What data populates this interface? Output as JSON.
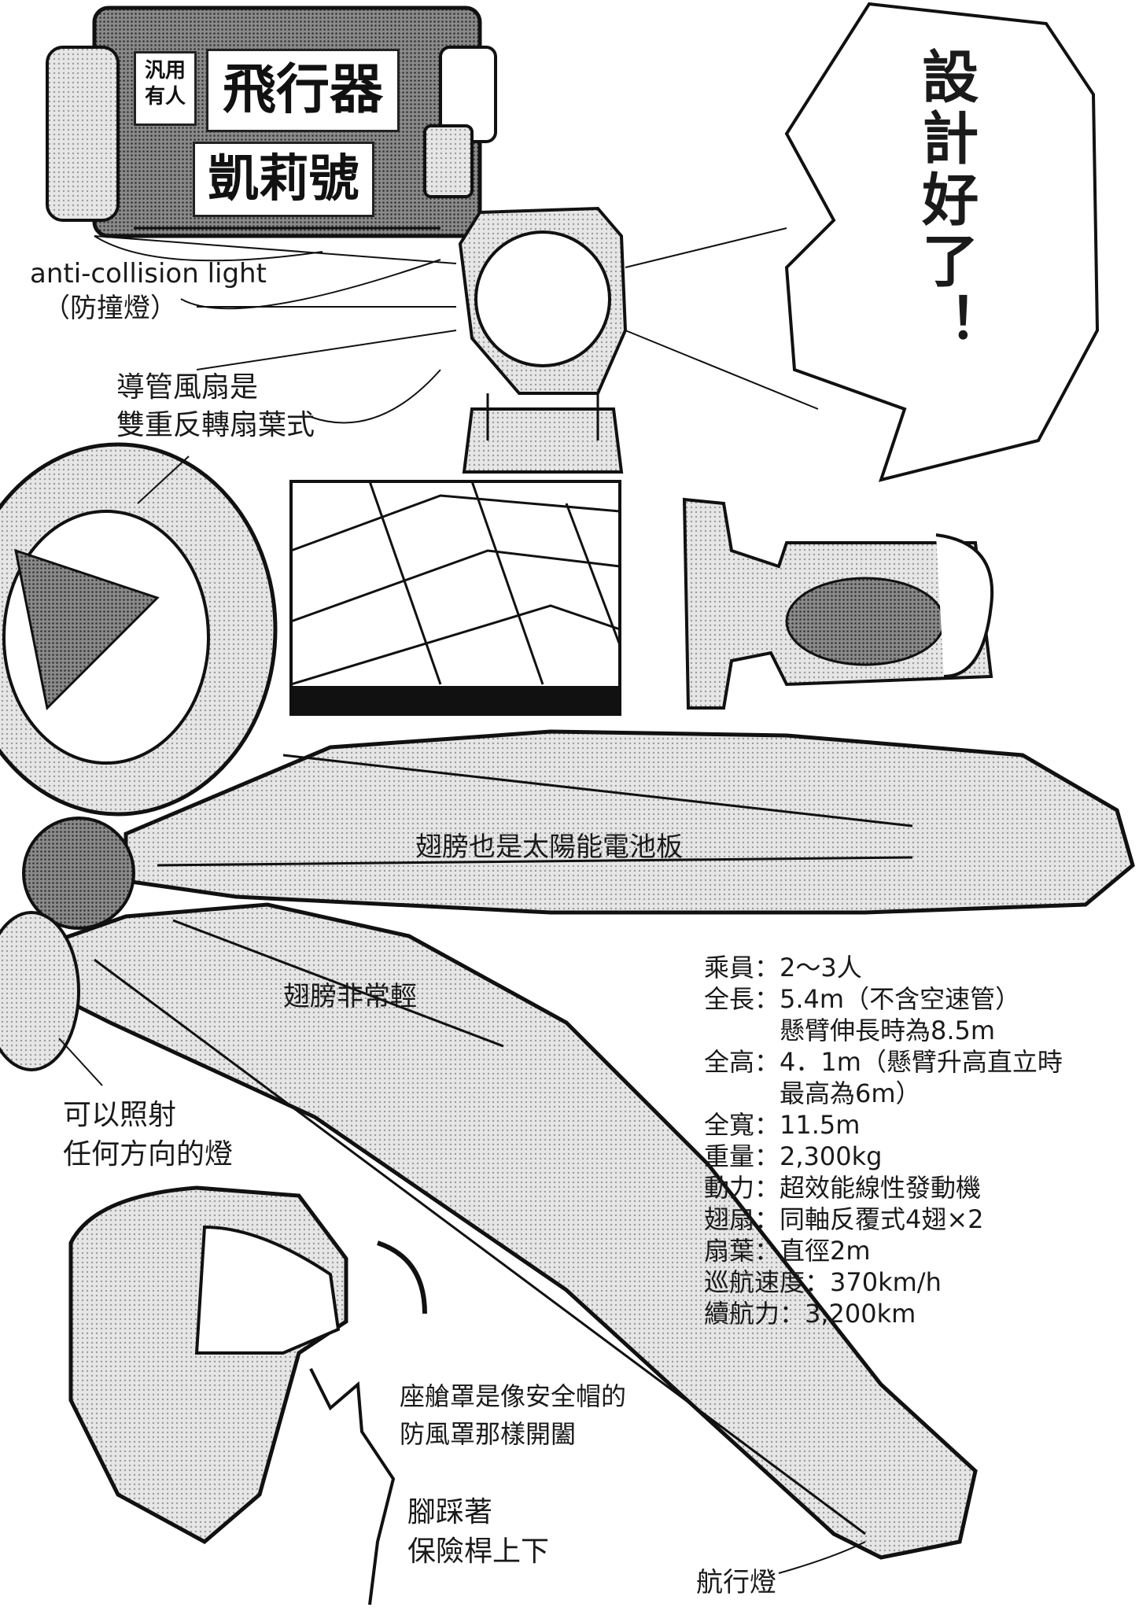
{
  "title": {
    "badge": "汎用有人",
    "line1": "飛行器",
    "line2": "凱莉號"
  },
  "speech": "設計好了！",
  "labels": {
    "anti_collision": "anti-collision light",
    "anti_collision_zh": "（防撞燈）",
    "fan_1": "導管風扇是",
    "fan_2": "雙重反轉扇葉式",
    "wing_solar": "翅膀也是太陽能電池板",
    "wing_light": "翅膀非常輕",
    "lamp_1": "可以照射",
    "lamp_2": "任何方向的燈",
    "canopy_1": "座艙罩是像安全帽的",
    "canopy_2": "防風罩那樣開闔",
    "pedal_1": "腳踩著",
    "pedal_2": "保險桿上下",
    "nav_light": "航行燈"
  },
  "specs": [
    "乘員：2～3人",
    "全長：5.4m（不含空速管）",
    "　　　懸臂伸長時為8.5m",
    "全高：4．1m（懸臂升高直立時",
    "　　　最高為6m）",
    "全寬：11.5m",
    "重量：2,300kg",
    "動力：超效能線性發動機",
    "翅扇：同軸反覆式4翅×2",
    "扇葉：直徑2m",
    "巡航速度：370km/h",
    "續航力：3,200km"
  ],
  "colors": {
    "ink": "#1a1a1a",
    "screentone": "#cfcfcf",
    "dark": "#3a3a3a"
  }
}
